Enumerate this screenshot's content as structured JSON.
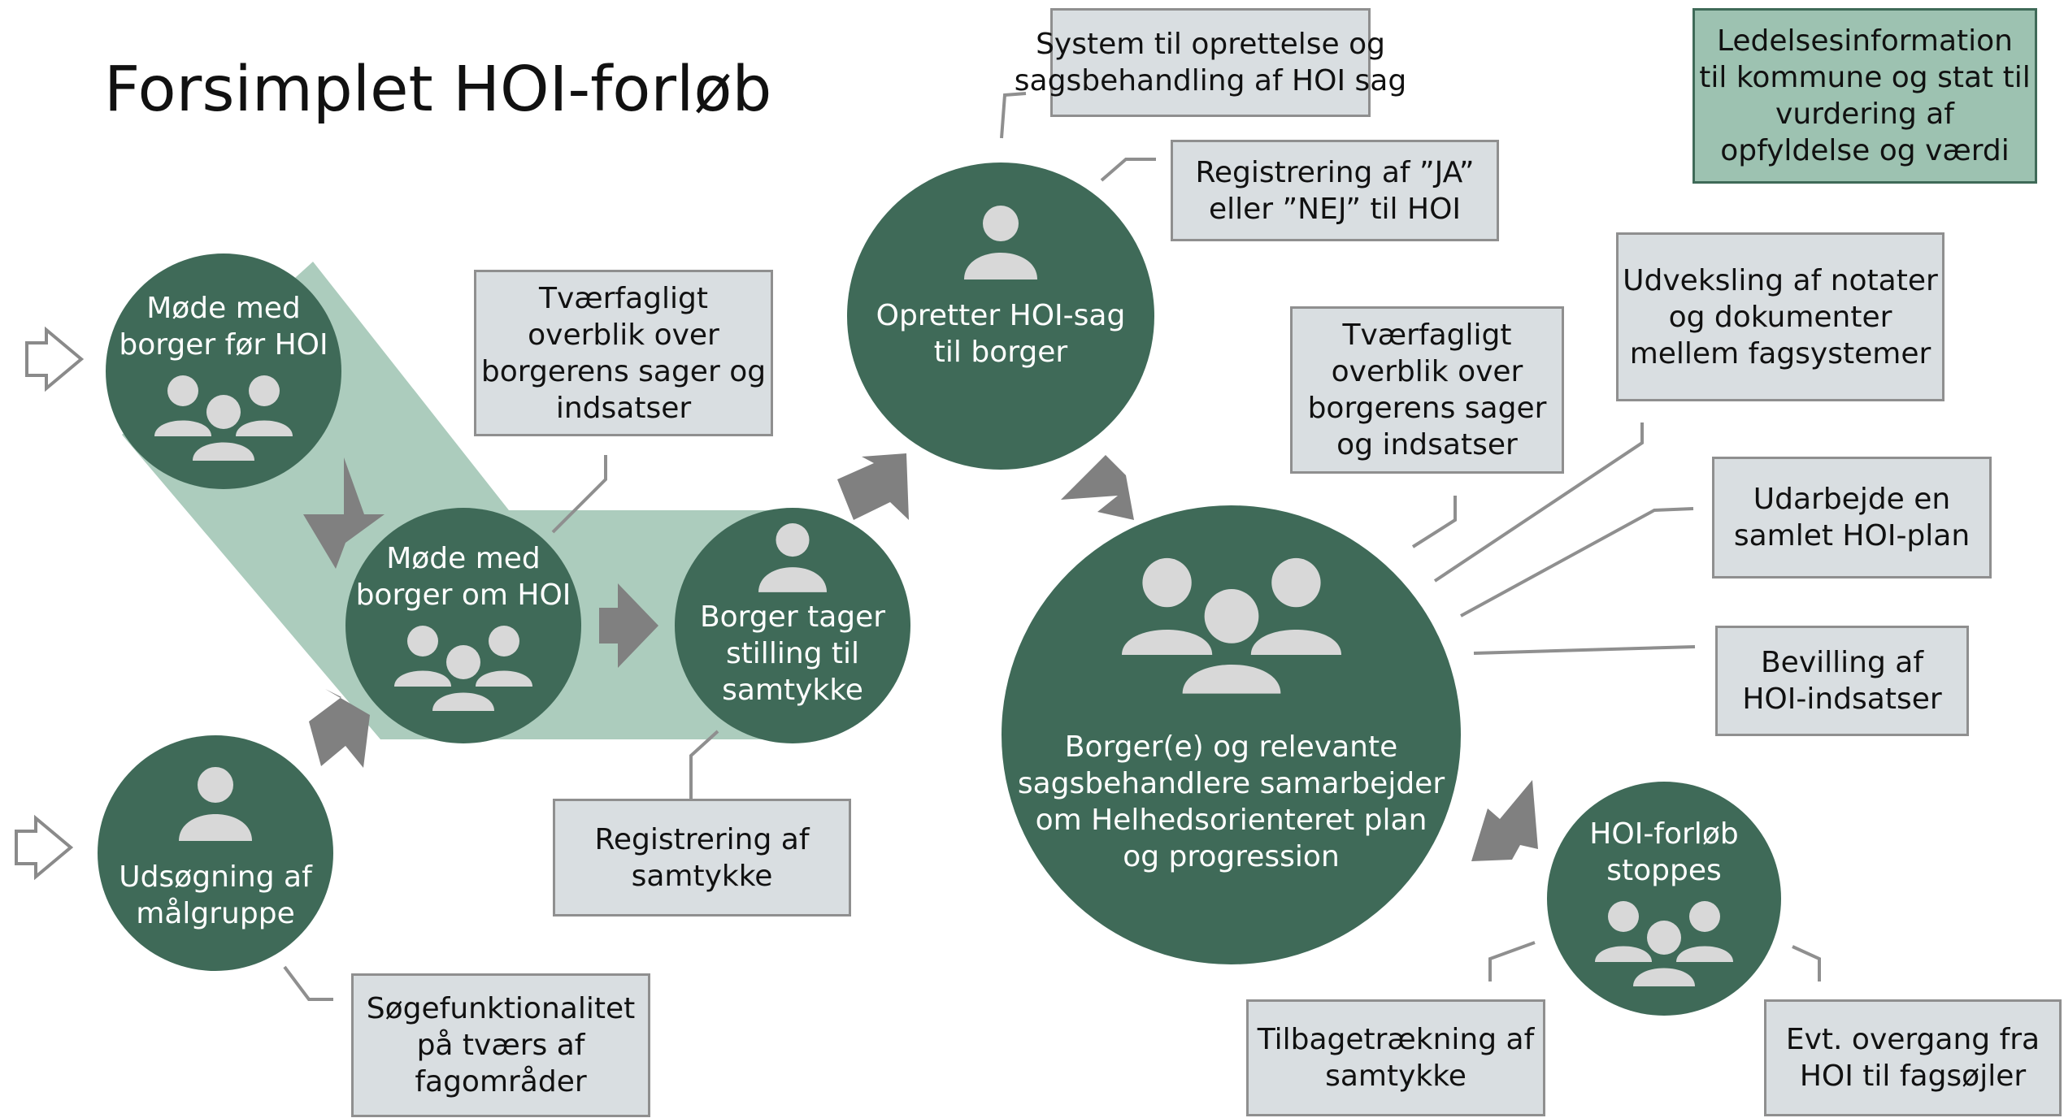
{
  "title": "Forsimplet HOI-forløb",
  "colors": {
    "circle": "#3f6a58",
    "band": "#acccbd",
    "box_fill": "#d9dee1",
    "box_border": "#8f8f8f",
    "highlight_box": "#9dc2b1",
    "arrow": "#808080",
    "icon": "#d8d8d8"
  },
  "circles": {
    "mode_foer": {
      "lines": [
        "Møde med",
        "borger før HOI"
      ],
      "icon": "group-icon"
    },
    "mode_om": {
      "lines": [
        "Møde med",
        "borger om HOI"
      ],
      "icon": "group-icon"
    },
    "udsoegning": {
      "lines": [
        "Udsøgning af",
        "målgruppe"
      ],
      "icon": "person-icon"
    },
    "samtykke": {
      "lines": [
        "Borger tager",
        "stilling til",
        "samtykke"
      ],
      "icon": "person-icon"
    },
    "opretter": {
      "lines": [
        "Opretter HOI-sag",
        "til borger"
      ],
      "icon": "person-icon"
    },
    "samarbejde": {
      "lines": [
        "Borger(e) og relevante",
        "sagsbehandlere samarbejder",
        "om Helhedsorienteret plan",
        "og progression"
      ],
      "icon": "group-icon"
    },
    "stoppes": {
      "lines": [
        "HOI-forløb",
        "stoppes"
      ],
      "icon": "group-icon"
    }
  },
  "boxes": {
    "system": {
      "lines": [
        "System til oprettelse og",
        "sagsbehandling af HOI sag"
      ]
    },
    "registrering_ja": {
      "lines": [
        "Registrering af ”JA”",
        "eller ”NEJ” til HOI"
      ]
    },
    "ledelse": {
      "lines": [
        "Ledelsesinformation",
        "til kommune og stat til",
        "vurdering af",
        "opfyldelse og værdi"
      ]
    },
    "tvaerfagligt1": {
      "lines": [
        "Tværfagligt",
        "overblik over",
        "borgerens sager og",
        "indsatser"
      ]
    },
    "tvaerfagligt2": {
      "lines": [
        "Tværfagligt",
        "overblik over",
        "borgerens sager",
        "og indsatser"
      ]
    },
    "udveksling": {
      "lines": [
        "Udveksling af notater",
        "og dokumenter",
        "mellem fagsystemer"
      ]
    },
    "udarbejde": {
      "lines": [
        "Udarbejde en",
        "samlet HOI-plan"
      ]
    },
    "bevilling": {
      "lines": [
        "Bevilling af",
        "HOI-indsatser"
      ]
    },
    "registrering_samtykke": {
      "lines": [
        "Registrering af",
        "samtykke"
      ]
    },
    "soegefunktion": {
      "lines": [
        "Søgefunktionalitet",
        "på tværs af",
        "fagområder"
      ]
    },
    "tilbagetraekning": {
      "lines": [
        "Tilbagetrækning af",
        "samtykke"
      ]
    },
    "overgang": {
      "lines": [
        "Evt. overgang fra",
        "HOI til fagsøjler"
      ]
    }
  }
}
